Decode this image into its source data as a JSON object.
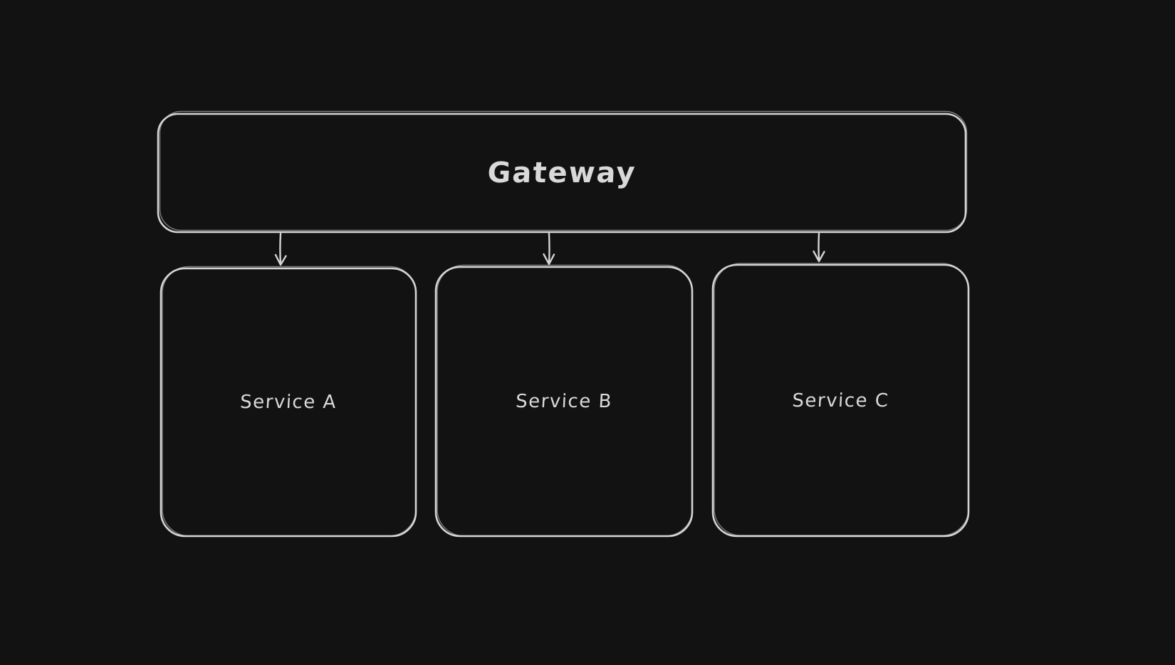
{
  "canvas": {
    "background": "#121212",
    "stroke_color": "#d4d4d4",
    "text_color": "#d9d9d9",
    "style": "hand-drawn-whiteboard"
  },
  "diagram": {
    "gateway": {
      "label": "Gateway"
    },
    "services": [
      {
        "label": "Service A"
      },
      {
        "label": "Service B"
      },
      {
        "label": "Service C"
      }
    ],
    "arrows": [
      {
        "from": "Gateway",
        "to": "Service A"
      },
      {
        "from": "Gateway",
        "to": "Service B"
      },
      {
        "from": "Gateway",
        "to": "Service C"
      }
    ]
  }
}
